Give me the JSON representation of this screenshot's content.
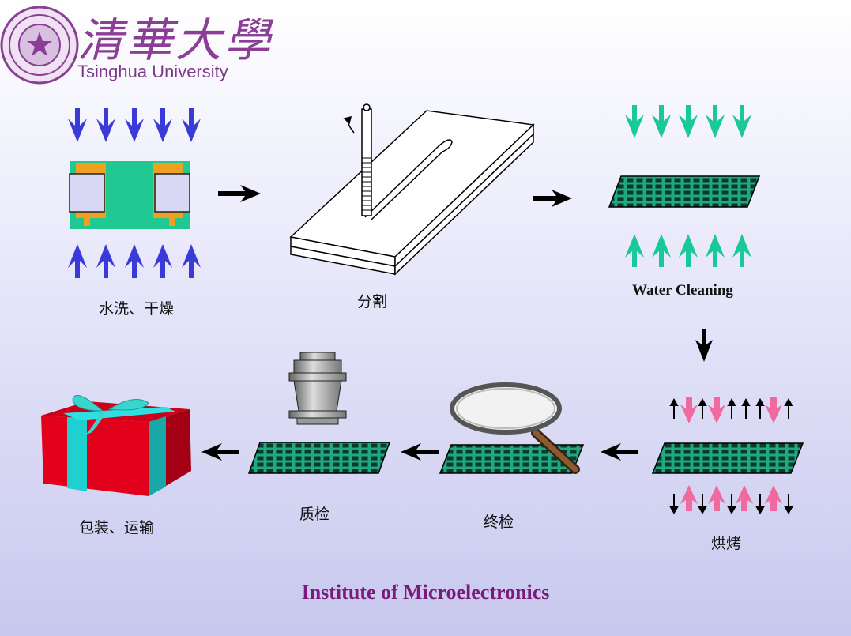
{
  "header": {
    "university_chinese": "清華大學",
    "university_english": "Tsinghua University"
  },
  "steps": {
    "wash_dry": "水洗、干燥",
    "dicing": "分割",
    "water_cleaning": "Water Cleaning",
    "baking": "烘烤",
    "final_inspection": "终检",
    "quality_inspection": "质检",
    "packaging": "包装、运输"
  },
  "footer": {
    "institute": "Institute of Microelectronics"
  },
  "colors": {
    "blue_arrow": "#3a3ad8",
    "teal_arrow": "#19c99a",
    "pink_arrow": "#f06aa0",
    "chip_green": "#1fa882",
    "title_purple": "#7a1a7a"
  }
}
